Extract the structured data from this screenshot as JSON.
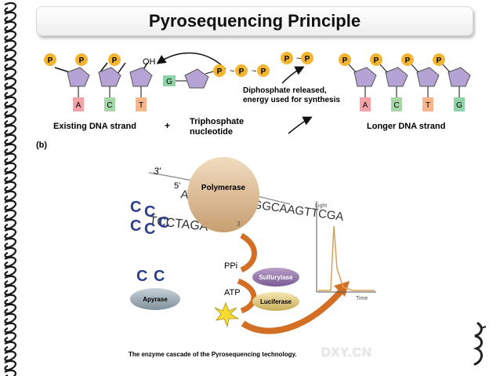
{
  "slide": {
    "title": "Pyrosequencing Principle"
  },
  "top_panel": {
    "phosphate_label": "P",
    "hydroxyl_label": "OH",
    "bases_existing": [
      "A",
      "C",
      "T"
    ],
    "incoming_base": "G",
    "bases_longer": [
      "A",
      "C",
      "T",
      "G"
    ],
    "existing_label": "Existing DNA strand",
    "plus_sign": "+",
    "triphosphate_label_line1": "Triphosphate",
    "triphosphate_label_line2": "nucleotide",
    "released_line1": "Diphosphate released,",
    "released_line2": "energy used for synthesis",
    "longer_label": "Longer DNA strand",
    "panel_letter": "(b)"
  },
  "cascade": {
    "three_prime": "3'",
    "five_prime": "5'",
    "template_seq": "AGGATCTGAGGCAAGTTCGA",
    "synth_seq": "TCCTAGA",
    "polymerase": "Polymerase",
    "small_3": "3",
    "c_letter": "C",
    "ppi": "PPi",
    "atp": "ATP",
    "sulfurylase": "Sulfurylase",
    "luciferase": "Luciferase",
    "apyrase": "Apyrase",
    "light_axis": "Light",
    "time_axis": "Time",
    "caption": "The enzyme cascade of the Pyrosequencing technology."
  },
  "watermark": "DXY.CN",
  "colors": {
    "phosphate": "#f3b42f",
    "sugar": "#b4a3d4",
    "base_A": "#f4a1a8",
    "base_C": "#a5d6a7",
    "base_T": "#f6b68a",
    "base_G": "#8fd3a8",
    "arrow": "#d36f24",
    "polymerase": "#e3c39e"
  }
}
